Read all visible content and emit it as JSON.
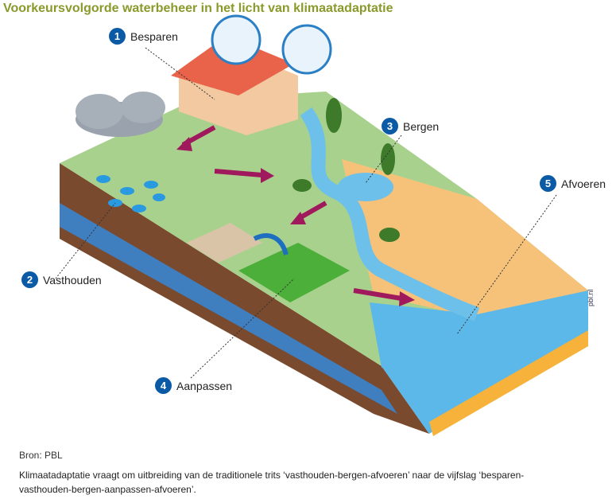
{
  "title": "Voorkeursvolgorde waterbeheer in het licht van klimaatadaptatie",
  "steps": [
    {
      "number": "1",
      "label": "Besparen"
    },
    {
      "number": "2",
      "label": "Vasthouden"
    },
    {
      "number": "3",
      "label": "Bergen"
    },
    {
      "number": "4",
      "label": "Aanpassen"
    },
    {
      "number": "5",
      "label": "Afvoeren"
    }
  ],
  "watermark": "pbl.nl",
  "source": "Bron: PBL",
  "caption": "Klimaatadaptatie vraagt om uitbreiding van de traditionele trits ‘vasthouden-bergen-afvoeren’ naar de vijfslag ‘besparen-vasthouden-bergen-aanpassen-afvoeren’.",
  "colors": {
    "title": "#8a9a2a",
    "badge": "#0b5aa6",
    "land": "#a9d18e",
    "water": "#5bb8e8",
    "sand": "#f6c27a",
    "soil": "#7a4a2e",
    "arrow": "#a0195c"
  }
}
